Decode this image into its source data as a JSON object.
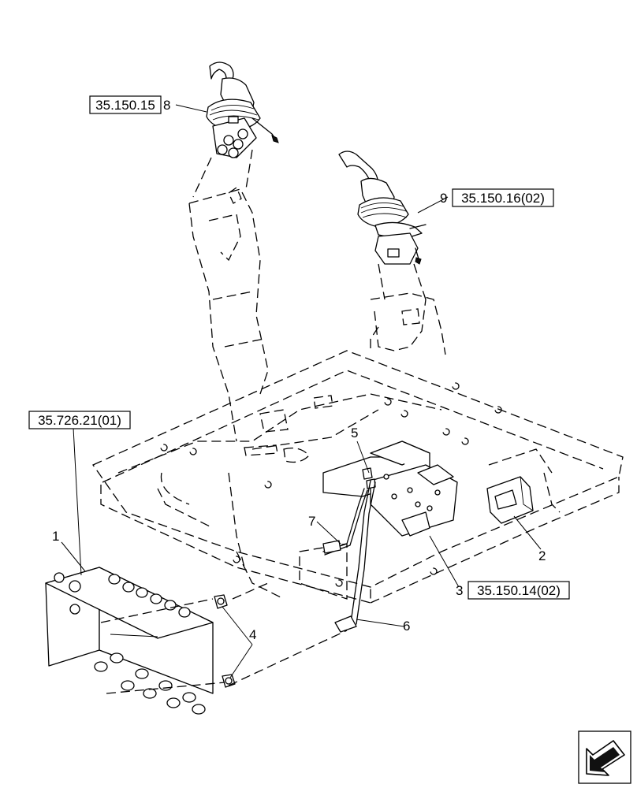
{
  "references": {
    "r8": "35.150.15",
    "r9": "35.150.16(02)",
    "r1": "35.726.21(01)",
    "r3": "35.150.14(02)"
  },
  "callouts": {
    "c1": "1",
    "c2": "2",
    "c3": "3",
    "c4": "4",
    "c5": "5",
    "c6": "6",
    "c7": "7",
    "c8": "8",
    "c9": "9"
  },
  "icons": {
    "navigation": "previous-page-arrow-icon"
  }
}
